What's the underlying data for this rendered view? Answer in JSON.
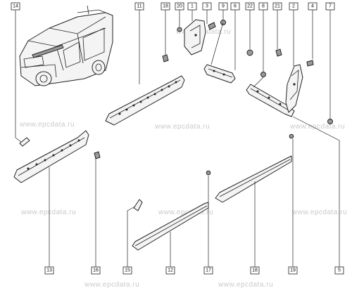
{
  "watermark": "www.epcdata.ru",
  "callouts": {
    "c1": "1",
    "c2": "2",
    "c3": "3",
    "c4": "4",
    "c5": "5",
    "c6": "6",
    "c7": "7",
    "c8": "8",
    "c9": "9",
    "c11": "11",
    "c12": "12",
    "c13": "13",
    "c14": "14",
    "c15": "15",
    "c16": "16",
    "c17": "17",
    "c18": "18",
    "c19": "19",
    "c20": "20",
    "c21": "21",
    "c22": "22"
  }
}
